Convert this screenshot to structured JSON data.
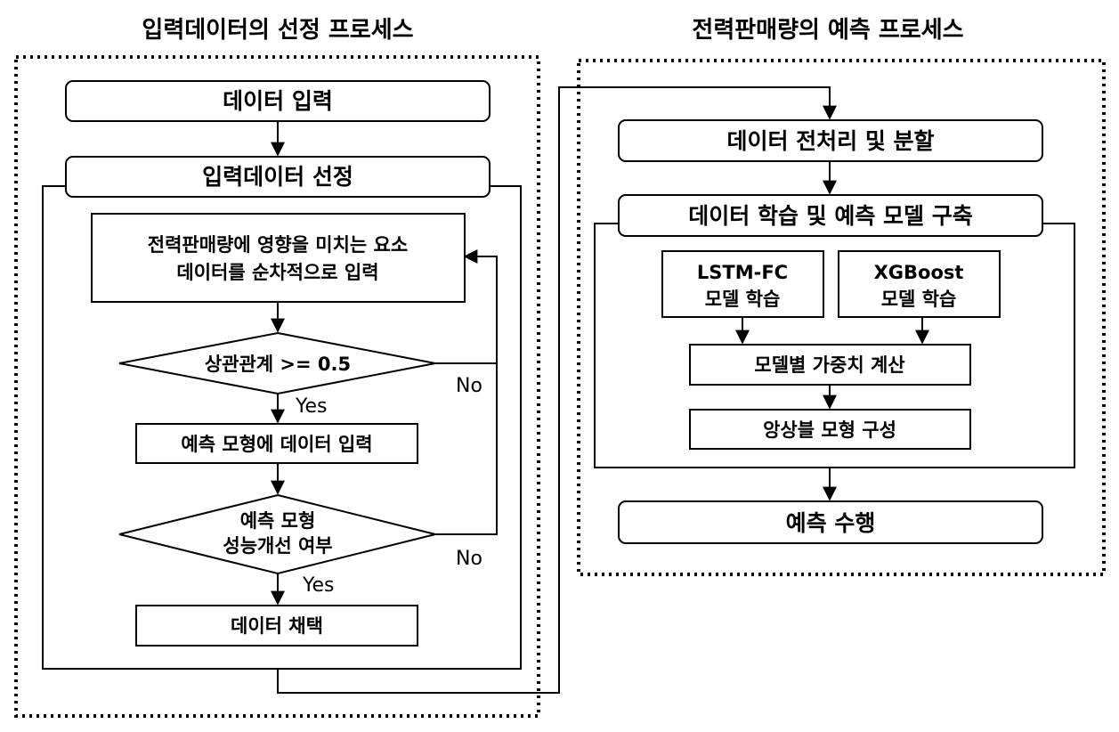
{
  "left_panel": {
    "title": "입력데이터의 선정 프로세스",
    "data_input": "데이터 입력",
    "input_selection": "입력데이터 선정",
    "factor_input": [
      "전력판매량에 영향을 미치는 요소",
      "데이터를 순차적으로 입력"
    ],
    "decision_correlation": "상관관계 >= 0.5",
    "no_1": "No",
    "yes_1": "Yes",
    "model_input": "예측 모형에 데이터 입력",
    "decision_improvement": [
      "예측 모형",
      "성능개선 여부"
    ],
    "no_2": "No",
    "yes_2": "Yes",
    "data_adoption": "데이터 채택"
  },
  "right_panel": {
    "title": "전력판매량의 예측 프로세스",
    "preprocess": "데이터 전처리 및 분할",
    "model_build": "데이터 학습 및 예측 모델 구축",
    "lstm": [
      "LSTM-FC",
      "모델 학습"
    ],
    "xgb": [
      "XGBoost",
      "모델 학습"
    ],
    "weight": "모델별 가중치 계산",
    "ensemble": "앙상블 모형 구성",
    "predict": "예측 수행"
  }
}
